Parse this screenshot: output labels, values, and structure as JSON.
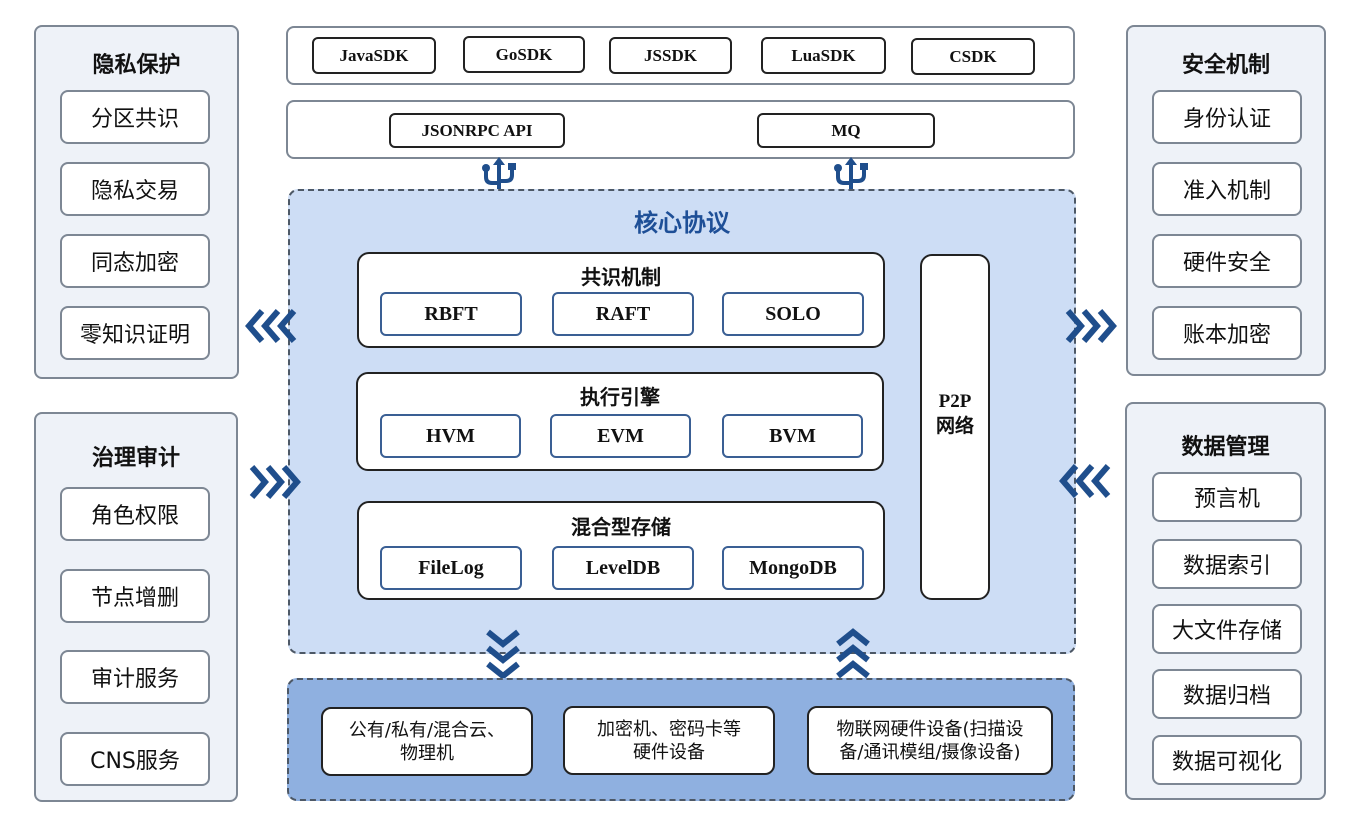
{
  "left_panels": [
    {
      "title": "隐私保护",
      "items": [
        "分区共识",
        "隐私交易",
        "同态加密",
        "零知识证明"
      ]
    },
    {
      "title": "治理审计",
      "items": [
        "角色权限",
        "节点增删",
        "审计服务",
        "CNS服务"
      ]
    }
  ],
  "right_panels": [
    {
      "title": "安全机制",
      "items": [
        "身份认证",
        "准入机制",
        "硬件安全",
        "账本加密"
      ]
    },
    {
      "title": "数据管理",
      "items": [
        "预言机",
        "数据索引",
        "大文件存储",
        "数据归档",
        "数据可视化"
      ]
    }
  ],
  "sdks": [
    "JavaSDK",
    "GoSDK",
    "JSSDK",
    "LuaSDK",
    "CSDK"
  ],
  "apis": [
    "JSONRPC API",
    "MQ"
  ],
  "core": {
    "title": "核心协议",
    "modules": [
      {
        "title": "共识机制",
        "items": [
          "RBFT",
          "RAFT",
          "SOLO"
        ]
      },
      {
        "title": "执行引擎",
        "items": [
          "HVM",
          "EVM",
          "BVM"
        ]
      },
      {
        "title": "混合型存储",
        "items": [
          "FileLog",
          "LevelDB",
          "MongoDB"
        ]
      }
    ],
    "p2p": {
      "line1": "P2P",
      "line2": "网络"
    }
  },
  "infra": [
    {
      "line1": "公有/私有/混合云、",
      "line2": "物理机"
    },
    {
      "line1": "加密机、密码卡等",
      "line2": "硬件设备"
    },
    {
      "line1": "物联网硬件设备(扫描设",
      "line2": "备/通讯模组/摄像设备)"
    }
  ],
  "icons": {
    "connector": "usb-icon",
    "arrows": [
      "chevrons-left-icon",
      "chevrons-right-icon",
      "chevrons-down-icon",
      "chevrons-up-icon"
    ]
  },
  "colors": {
    "accent": "#1e4f97",
    "core_bg": "#cdddf5",
    "infra_bg": "#8fb0e0",
    "panel_bg": "#eef2f8",
    "arrow": "#1f4e8c"
  }
}
